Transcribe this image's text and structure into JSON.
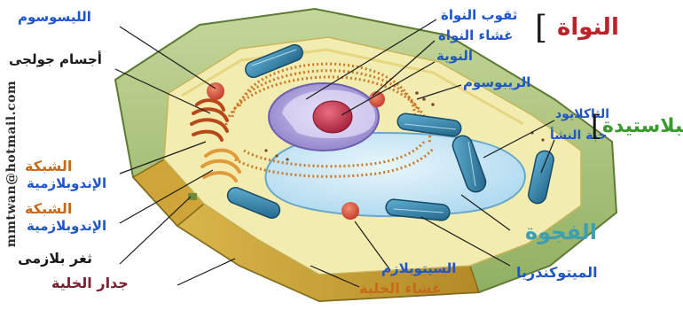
{
  "labels": {
    "lysosome": "الليسوسوم",
    "golgi": "أجسام جولجى",
    "er_top_1": "الشبكة",
    "er_top_2": "الإندوبلازمية",
    "er_bottom_1": "الشبكة",
    "er_bottom_2": "الإندوبلازمية",
    "plasmodesma": "ثغر بلازمى",
    "cell_wall": "جدار الخلية",
    "nucleus_group": "النواة",
    "nuclear_pores": "ثقوب النواة",
    "nuclear_membrane": "غشاء النواة",
    "nucleolus": "النوية",
    "ribosome": "الريبوسوم",
    "plastid_group": "البلاستيدة",
    "thylakoid": "الثاكلايود",
    "starch_grain": "حبة النشأ",
    "vacuole": "الفجوة",
    "mitochondria": "الميتوكندريا",
    "cytoplasm": "السيتوبلازم",
    "cell_membrane": "غشاء الخلية"
  },
  "watermark": "mmtwan@hotmail.com",
  "colors": {
    "label_blue": "#1f55c8",
    "group_red": "#b8232c",
    "plastid_green": "#3a9a2e",
    "vacuole_teal": "#3f9fb0",
    "er_orange": "#c46a1a",
    "wall_maroon": "#7a1f2e",
    "cell_wall_green": "#a9c27d",
    "cytoplasm_cream": "#f3ecb0",
    "vacuole_blue": "#bfe3f2",
    "nucleus_purple": "#a79ad6",
    "nucleolus_red": "#c8334a"
  }
}
